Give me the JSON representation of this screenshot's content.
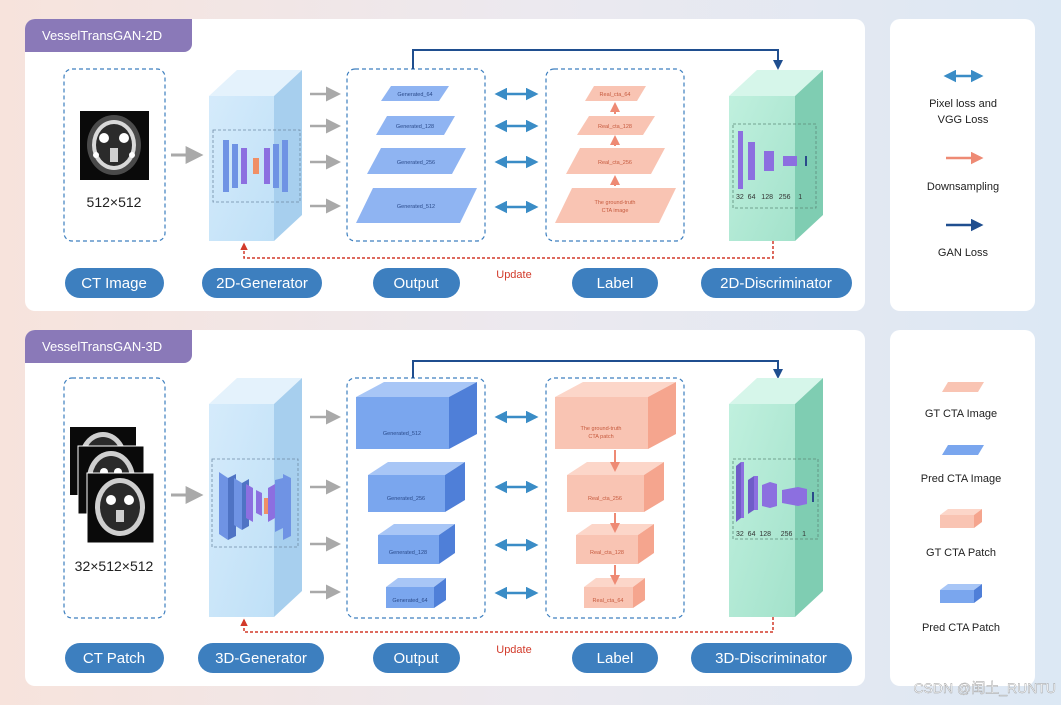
{
  "panel2d": {
    "title": "VesselTransGAN-2D",
    "input_size": "512×512",
    "pills": [
      "CT Image",
      "2D-Generator",
      "Output",
      "Label",
      "2D-Discriminator"
    ],
    "outputs": [
      "Generated_64",
      "Generated_128",
      "Generated_256",
      "Generated_512"
    ],
    "labels": [
      "Real_cta_64",
      "Real_cta_128",
      "Real_cta_256",
      "The ground-truth",
      "CTA image"
    ],
    "update": "Update",
    "disc_numbers": "32  64   128   256    1"
  },
  "panel3d": {
    "title": "VesselTransGAN-3D",
    "input_size": "32×512×512",
    "pills": [
      "CT Patch",
      "3D-Generator",
      "Output",
      "Label",
      "3D-Discriminator"
    ],
    "outputs": [
      "Generated_512",
      "Generated_256",
      "Generated_128",
      "Generated_64"
    ],
    "labels": [
      "The ground-truth",
      "CTA patch",
      "Real_cta_256",
      "Real_cta_128",
      "Real_cta_64"
    ],
    "update": "Update",
    "disc_numbers": "32  64  128     256     1"
  },
  "legend_top": [
    {
      "icon": "double-arrow-icon",
      "label": "Pixel loss and",
      "label2": "VGG Loss"
    },
    {
      "icon": "downsampling-arrow-icon",
      "label": "Downsampling"
    },
    {
      "icon": "gan-loss-arrow-icon",
      "label": "GAN Loss"
    }
  ],
  "legend_bottom": [
    {
      "icon": "gt-cta-image-icon",
      "label": "GT CTA Image"
    },
    {
      "icon": "pred-cta-image-icon",
      "label": "Pred CTA Image"
    },
    {
      "icon": "gt-cta-patch-icon",
      "label": "GT CTA Patch"
    },
    {
      "icon": "pred-cta-patch-icon",
      "label": "Pred CTA Patch"
    }
  ],
  "watermark": "CSDN @闰土_RUNTU",
  "colors": {
    "pill": "#3d7fbf",
    "title_tab": "#8a79b8",
    "dashed": "#3d7fbf",
    "update": "#d23a2a",
    "blue_plane": "#7aa6ee",
    "pink_plane": "#f9c4b3",
    "gan": "#1f4e8f",
    "disc": "#a8e3cf"
  }
}
